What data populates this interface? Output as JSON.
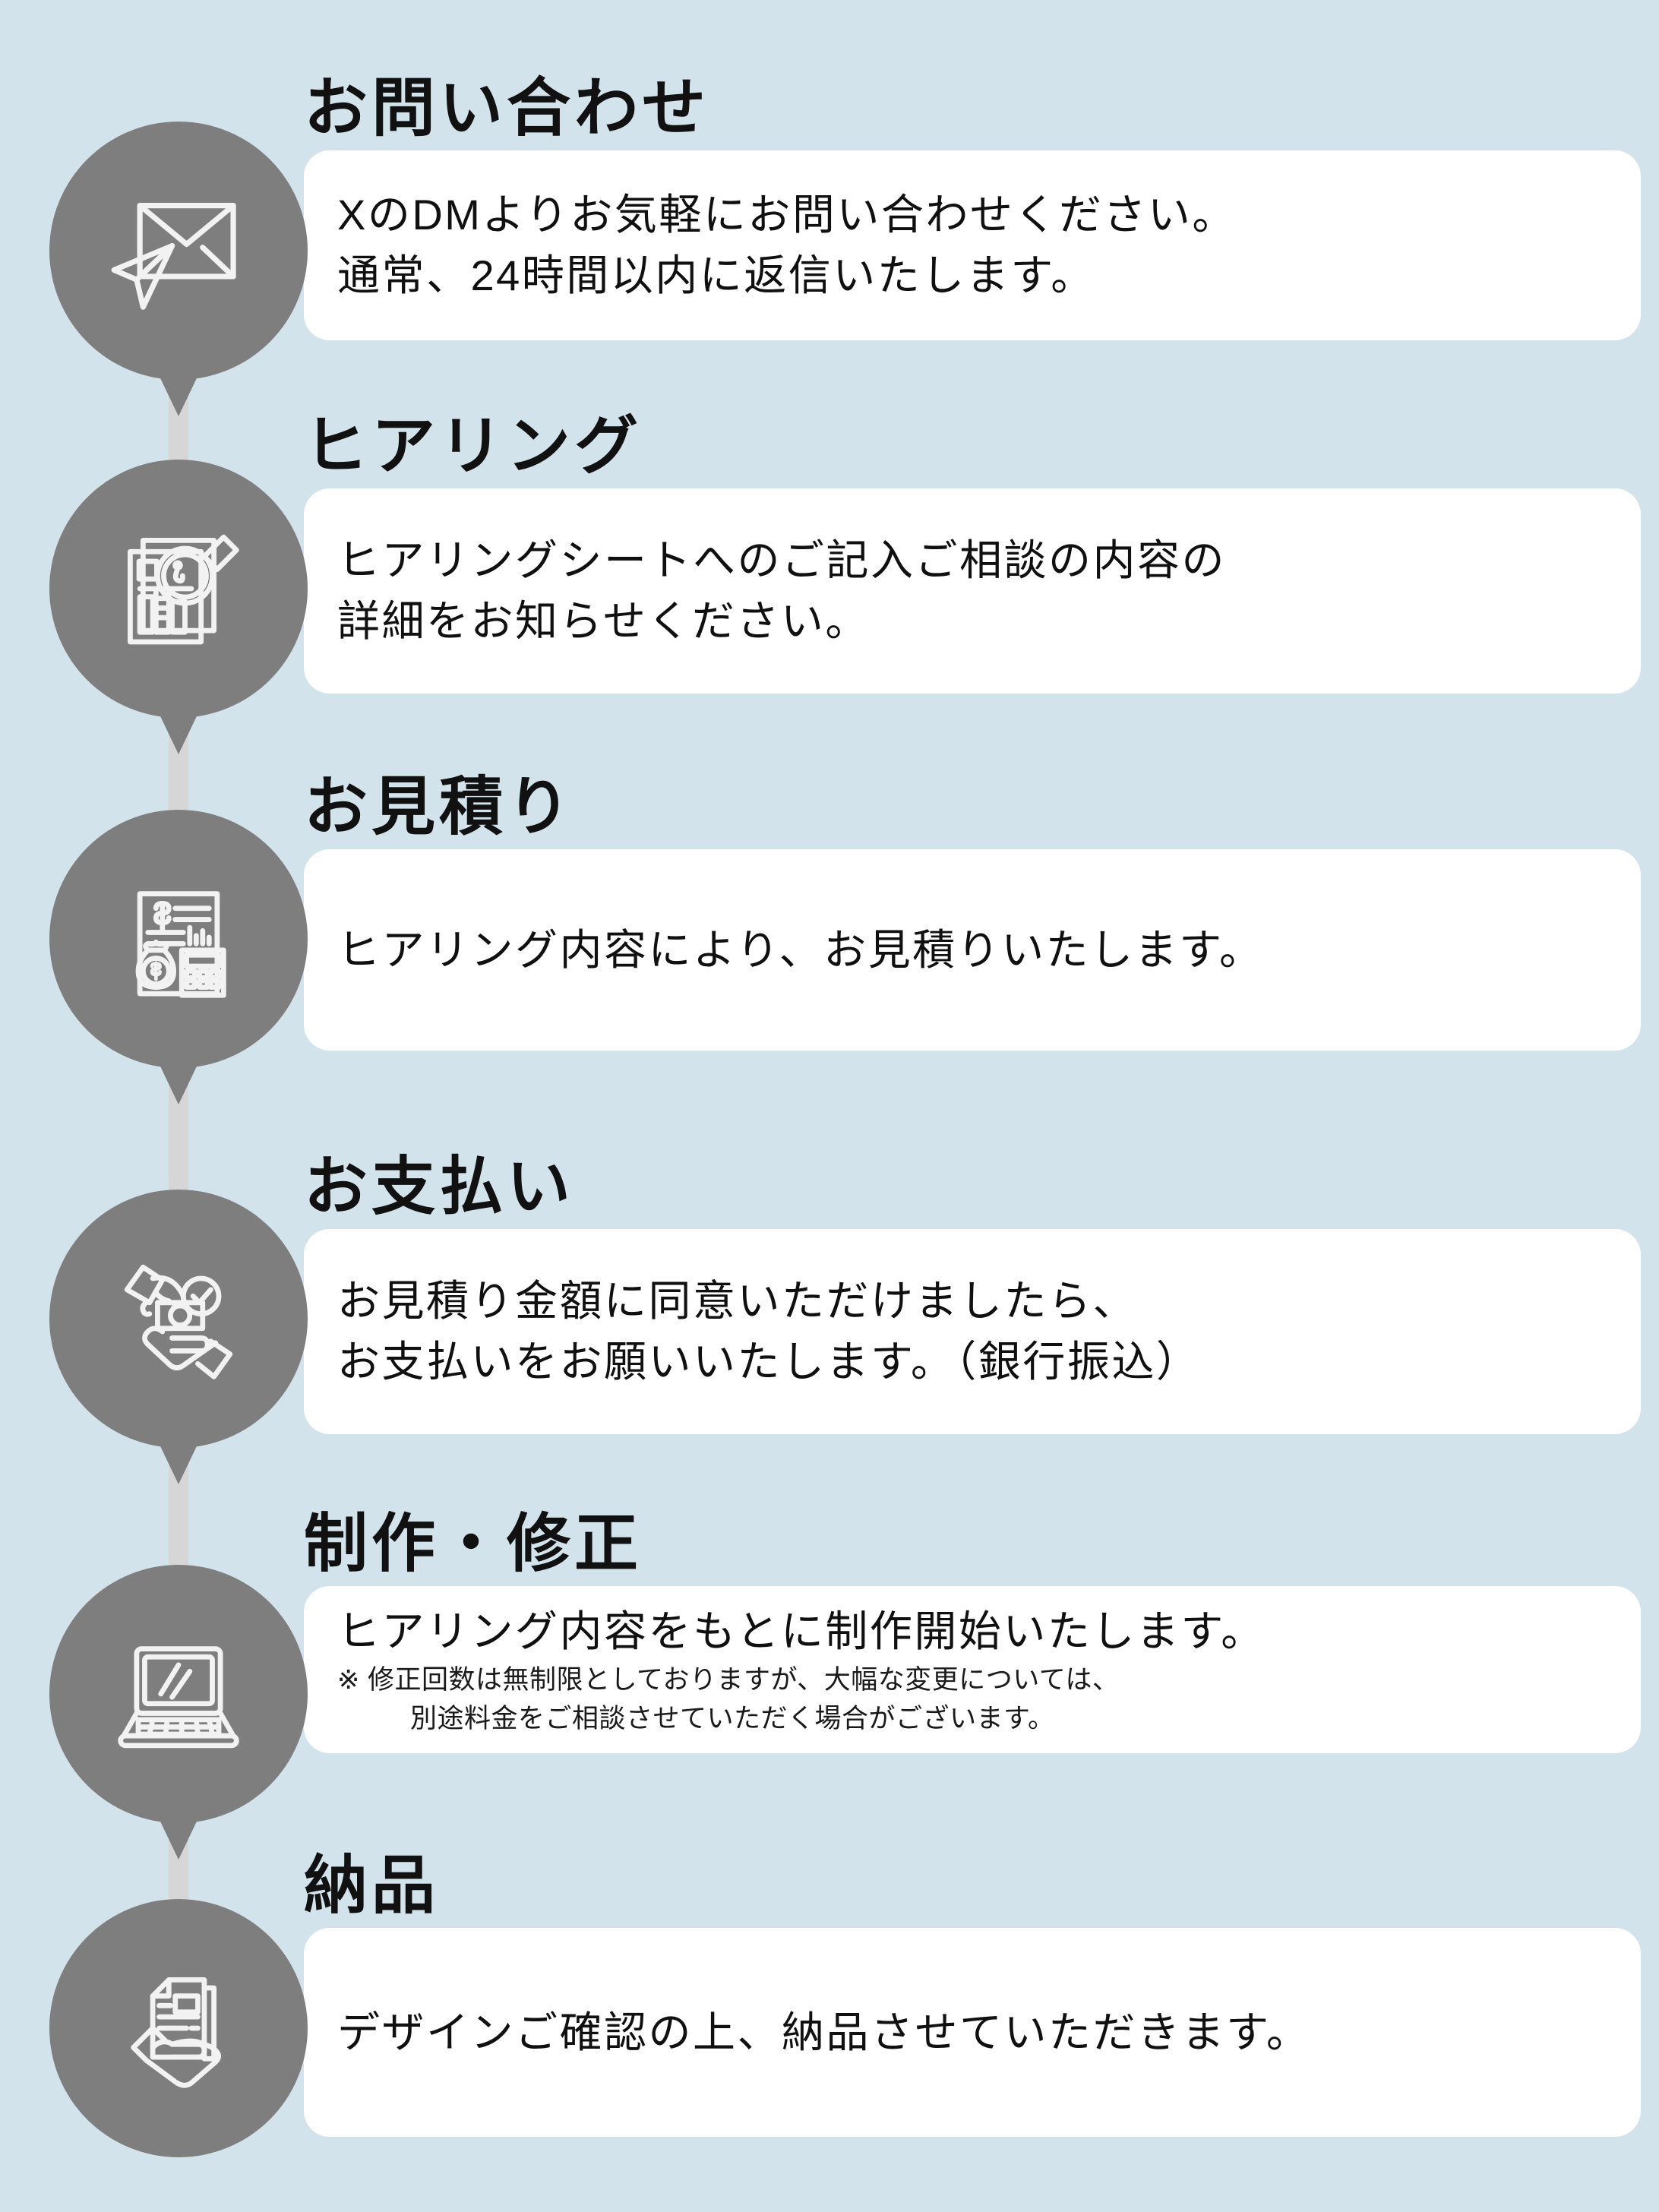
{
  "theme": {
    "background": "#d3e3ec",
    "pin_color": "#7e7e7e",
    "rail_color": "#d6d6d6",
    "card_color": "#ffffff",
    "text_color": "#101010"
  },
  "steps": [
    {
      "icon": "envelope-paper-plane-icon",
      "title": "お問い合わせ",
      "lines": [
        "XのDMよりお気軽にお問い合わせください。",
        "通常、24時間以内に返信いたします。"
      ],
      "notes": []
    },
    {
      "icon": "document-magnifier-icon",
      "title": "ヒアリング",
      "lines": [
        "ヒアリングシートへのご記入ご相談の内容の",
        "詳細をお知らせください。"
      ],
      "notes": []
    },
    {
      "icon": "invoice-money-calculator-icon",
      "title": "お見積り",
      "lines": [
        "ヒアリング内容により、お見積りいたします。"
      ],
      "notes": []
    },
    {
      "icon": "hand-money-check-icon",
      "title": "お支払い",
      "lines": [
        "お見積り金額に同意いただけましたら、",
        "お支払いをお願いいたします。（銀行振込）"
      ],
      "notes": []
    },
    {
      "icon": "laptop-icon",
      "title": "制作・修正",
      "lines": [
        "ヒアリング内容をもとに制作開始いたします。"
      ],
      "notes": [
        "※ 修正回数は無制限としておりますが、大幅な変更については、",
        "別途料金をご相談させていただく場合がございます。"
      ]
    },
    {
      "icon": "hand-document-icon",
      "title": "納品",
      "lines": [
        "デザインご確認の上、納品させていただきます。"
      ],
      "notes": []
    }
  ]
}
